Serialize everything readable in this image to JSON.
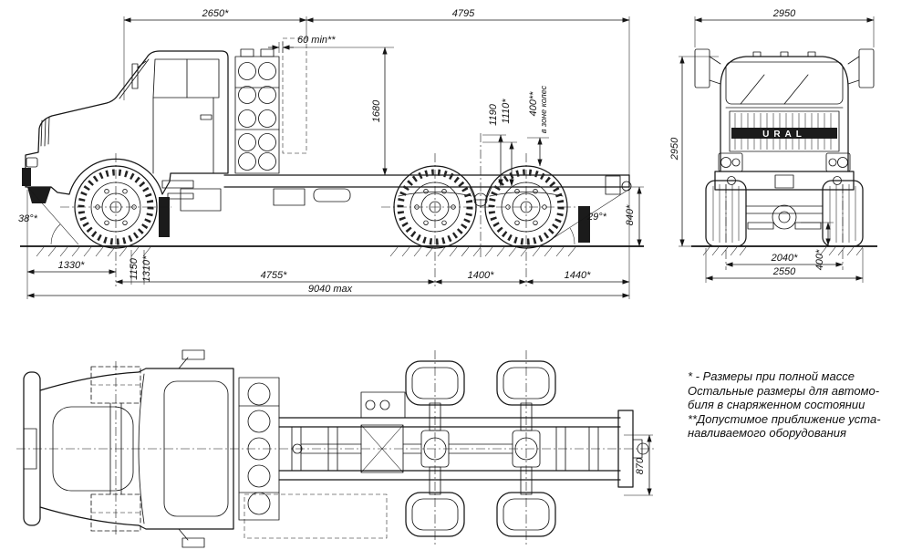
{
  "side": {
    "d2650": "2650*",
    "d4795": "4795",
    "d60": "60 min**",
    "d1680": "1680",
    "d1190": "1190",
    "d1110": "1110*",
    "d400": "400**",
    "zone": "в зоне колес",
    "front_angle": "38°*",
    "rear_angle": "29°*",
    "d840": "840*",
    "d1330": "1330*",
    "d1150": "1150",
    "d1310": "1310*",
    "d4755": "4755*",
    "d1400": "1400*",
    "d1440": "1440*",
    "d9040": "9040 max"
  },
  "front": {
    "width_mirrors": "2950",
    "height": "2950",
    "track": "2040*",
    "width": "2550",
    "d400": "400*",
    "badge": "URAL"
  },
  "top": {
    "d870": "870"
  },
  "notes": [
    "* - Размеры при полной массе",
    "Остальные размеры для автомо-",
    "биля в снаряженном состоянии",
    "**Допустимое приближение уста-",
    "навливаемого оборудования"
  ]
}
